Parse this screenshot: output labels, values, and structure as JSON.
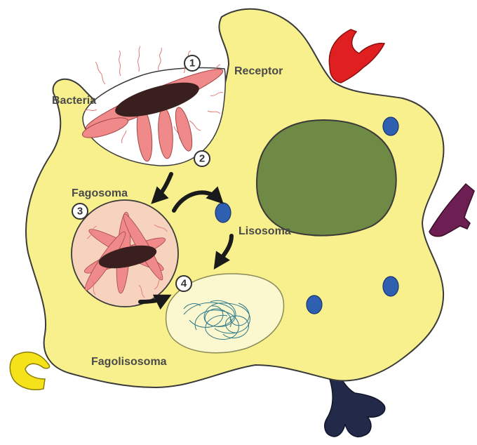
{
  "labels": {
    "bacteria": "Bacteria",
    "receptor": "Receptor",
    "fagosoma": "Fagosoma",
    "lisosoma": "Lisosoma",
    "fagolisosoma": "Fagolisosoma"
  },
  "steps": [
    "1",
    "2",
    "3",
    "4"
  ],
  "colors": {
    "cell_fill": "#f8f08c",
    "cell_stroke": "#3a3a3a",
    "nucleus": "#6f8a45",
    "lysosome": "#2f5fb0",
    "bacteria_body": "#f08a8a",
    "bacteria_core": "#3a1f1f",
    "phagosome_fill": "#f7d3bd",
    "phagolysosome_fill": "#fbf7cf",
    "receptor_red": "#e02020",
    "receptor_purple": "#6d1e52",
    "receptor_yellow": "#f5e21a",
    "receptor_navy": "#232948"
  }
}
